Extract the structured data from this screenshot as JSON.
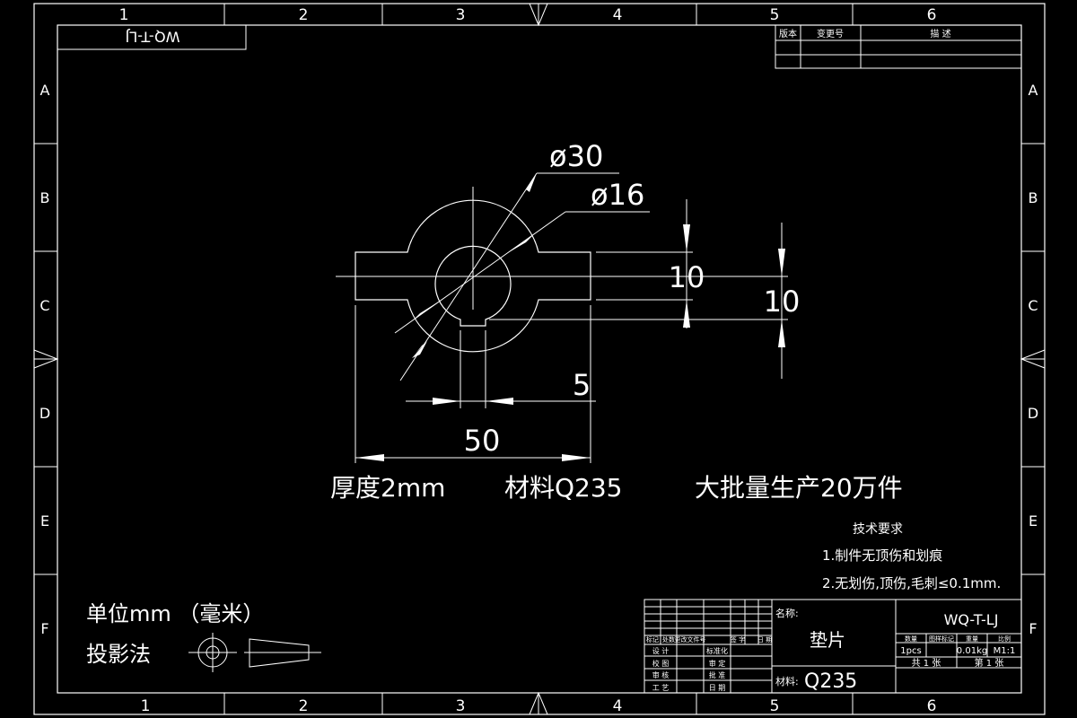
{
  "frame": {
    "columns": [
      "1",
      "2",
      "3",
      "4",
      "5",
      "6"
    ],
    "rows": [
      "A",
      "B",
      "C",
      "D",
      "E",
      "F"
    ]
  },
  "drawing_code_flipped": "WQ-T-LJ",
  "revision_table": {
    "col1": "版本",
    "col2": "变更号",
    "col3": "描 述"
  },
  "dimensions": {
    "outer_diameter": "ø30",
    "inner_diameter": "ø16",
    "height_upper": "10",
    "height_total": "10",
    "key_width": "5",
    "overall_width": "50"
  },
  "notes": {
    "thickness": "厚度2mm",
    "material": "材料Q235",
    "production": "大批量生产20万件"
  },
  "tech_requirements": {
    "title": "技术要求",
    "item1": "1.制件无顶伤和划痕",
    "item2": "2.无划伤,顶伤,毛刺≤0.1mm."
  },
  "units": {
    "label": "单位mm （毫米）",
    "projection_label": "投影法"
  },
  "title_block": {
    "name_label": "名称:",
    "part_name": "垫片",
    "material_label": "材料:",
    "material_value": "Q235",
    "drawing_number": "WQ-T-LJ",
    "quantity": "1pcs",
    "weight": "0.01kg",
    "scale": "M1:1",
    "sheet_total": "共 1 张",
    "sheet_index": "第 1 张",
    "row_labels": [
      "设 计",
      "校 图",
      "审 核",
      "工 艺"
    ],
    "mid_labels": [
      "标准化",
      "审 定",
      "批 准",
      "日 期"
    ],
    "header_row": [
      "标记",
      "处数",
      "更改文件号",
      "签 字",
      "日 期"
    ],
    "info_header": [
      "数量",
      "图样标记",
      "重量",
      "比例"
    ]
  }
}
